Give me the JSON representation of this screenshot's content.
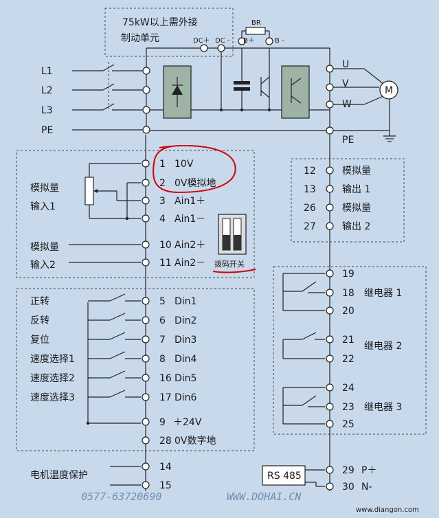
{
  "brake_note": {
    "line1": "75kW以上需外接",
    "line2": "制动单元"
  },
  "top_labels": {
    "br": "BR",
    "dc_plus": "DC＋",
    "dc_minus": "DC -",
    "b_plus": "B＋",
    "b_minus": "B -"
  },
  "mains": [
    "L1",
    "L2",
    "L3",
    "PE"
  ],
  "motor_outputs": [
    "U",
    "V",
    "W",
    "PE"
  ],
  "motor_symbol": "M",
  "analog_inputs": {
    "group1": {
      "line1": "模拟量",
      "line2": "输入1"
    },
    "group2": {
      "line1": "模拟量",
      "line2": "输入2"
    },
    "terminals": [
      {
        "num": "1",
        "name": "10V"
      },
      {
        "num": "2",
        "name": "0V模拟地"
      },
      {
        "num": "3",
        "name": "Ain1＋"
      },
      {
        "num": "4",
        "name": "Ain1－"
      },
      {
        "num": "10",
        "name": "Ain2＋"
      },
      {
        "num": "11",
        "name": "Ain2－"
      }
    ]
  },
  "dip_switch": {
    "label": "拨码开关"
  },
  "analog_outputs": [
    {
      "num": "12",
      "name": "模拟量"
    },
    {
      "num": "13",
      "name": "输出 1"
    },
    {
      "num": "26",
      "name": "模拟量"
    },
    {
      "num": "27",
      "name": "输出 2"
    }
  ],
  "digital_inputs": [
    {
      "func": "正转",
      "num": "5",
      "name": "Din1"
    },
    {
      "func": "反转",
      "num": "6",
      "name": "Din2"
    },
    {
      "func": "复位",
      "num": "7",
      "name": "Din3"
    },
    {
      "func": "速度选择1",
      "num": "8",
      "name": "Din4"
    },
    {
      "func": "速度选择2",
      "num": "16",
      "name": "Din5"
    },
    {
      "func": "速度选择3",
      "num": "17",
      "name": "Din6"
    }
  ],
  "supply": [
    {
      "num": "9",
      "name": "＋24V"
    },
    {
      "num": "28",
      "name": "0V数字地"
    }
  ],
  "relays": {
    "relay1": {
      "label": "继电器 1",
      "terminals": [
        "19",
        "18",
        "20"
      ]
    },
    "relay2": {
      "label": "继电器 2",
      "terminals": [
        "21",
        "22"
      ]
    },
    "relay3": {
      "label": "继电器 3",
      "terminals": [
        "24",
        "23",
        "25"
      ]
    }
  },
  "motor_temp": {
    "label": "电机温度保护",
    "terminals": [
      "14",
      "15"
    ]
  },
  "rs485": {
    "label": "RS 485",
    "terminals": [
      {
        "num": "29",
        "name": "P＋"
      },
      {
        "num": "30",
        "name": "N-"
      }
    ]
  },
  "watermark": {
    "phone": "0577-63720690",
    "site1": "WWW.DOHAI.CN",
    "site2": "www.diangon.com"
  }
}
